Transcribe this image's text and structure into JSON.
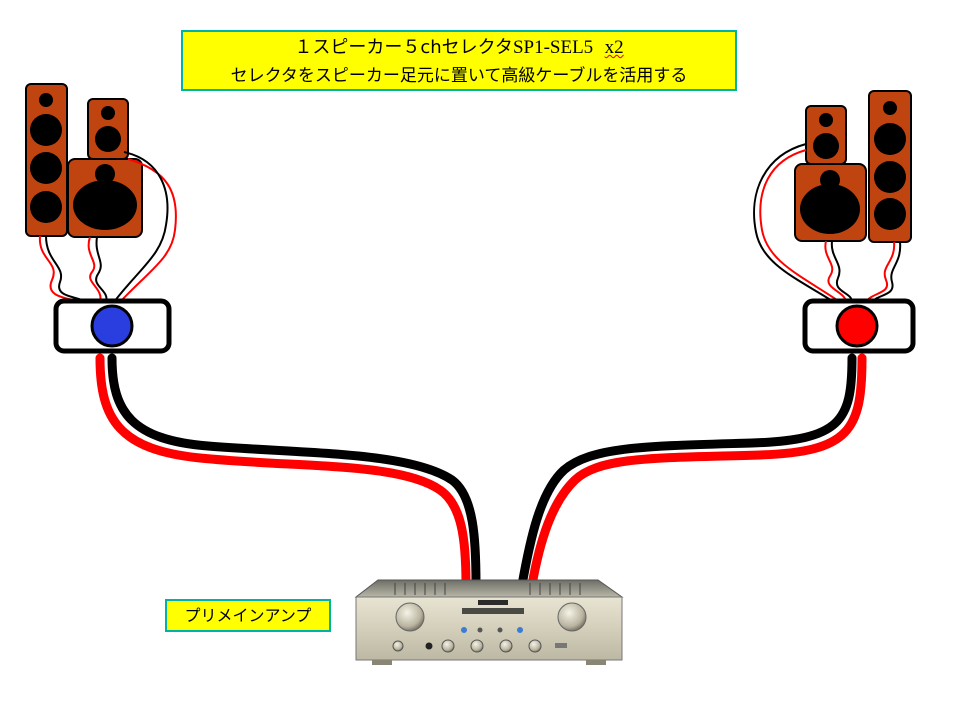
{
  "title": {
    "line1_prefix": "１スピーカー５chセレクタ",
    "line1_model": "SP1-SEL5",
    "line1_multiplier": "x2",
    "line2": "セレクタをスピーカー足元に置いて高級ケーブルを活用する"
  },
  "amp_label": "プリメインアンプ",
  "colors": {
    "speaker_cabinet": "#c0440f",
    "driver": "#000000",
    "label_bg": "#ffff00",
    "label_border": "#00b3a8",
    "cable_red": "#ff0000",
    "cable_black": "#000000",
    "left_selector_knob": "#2a3ee0",
    "right_selector_knob": "#ff0000"
  }
}
